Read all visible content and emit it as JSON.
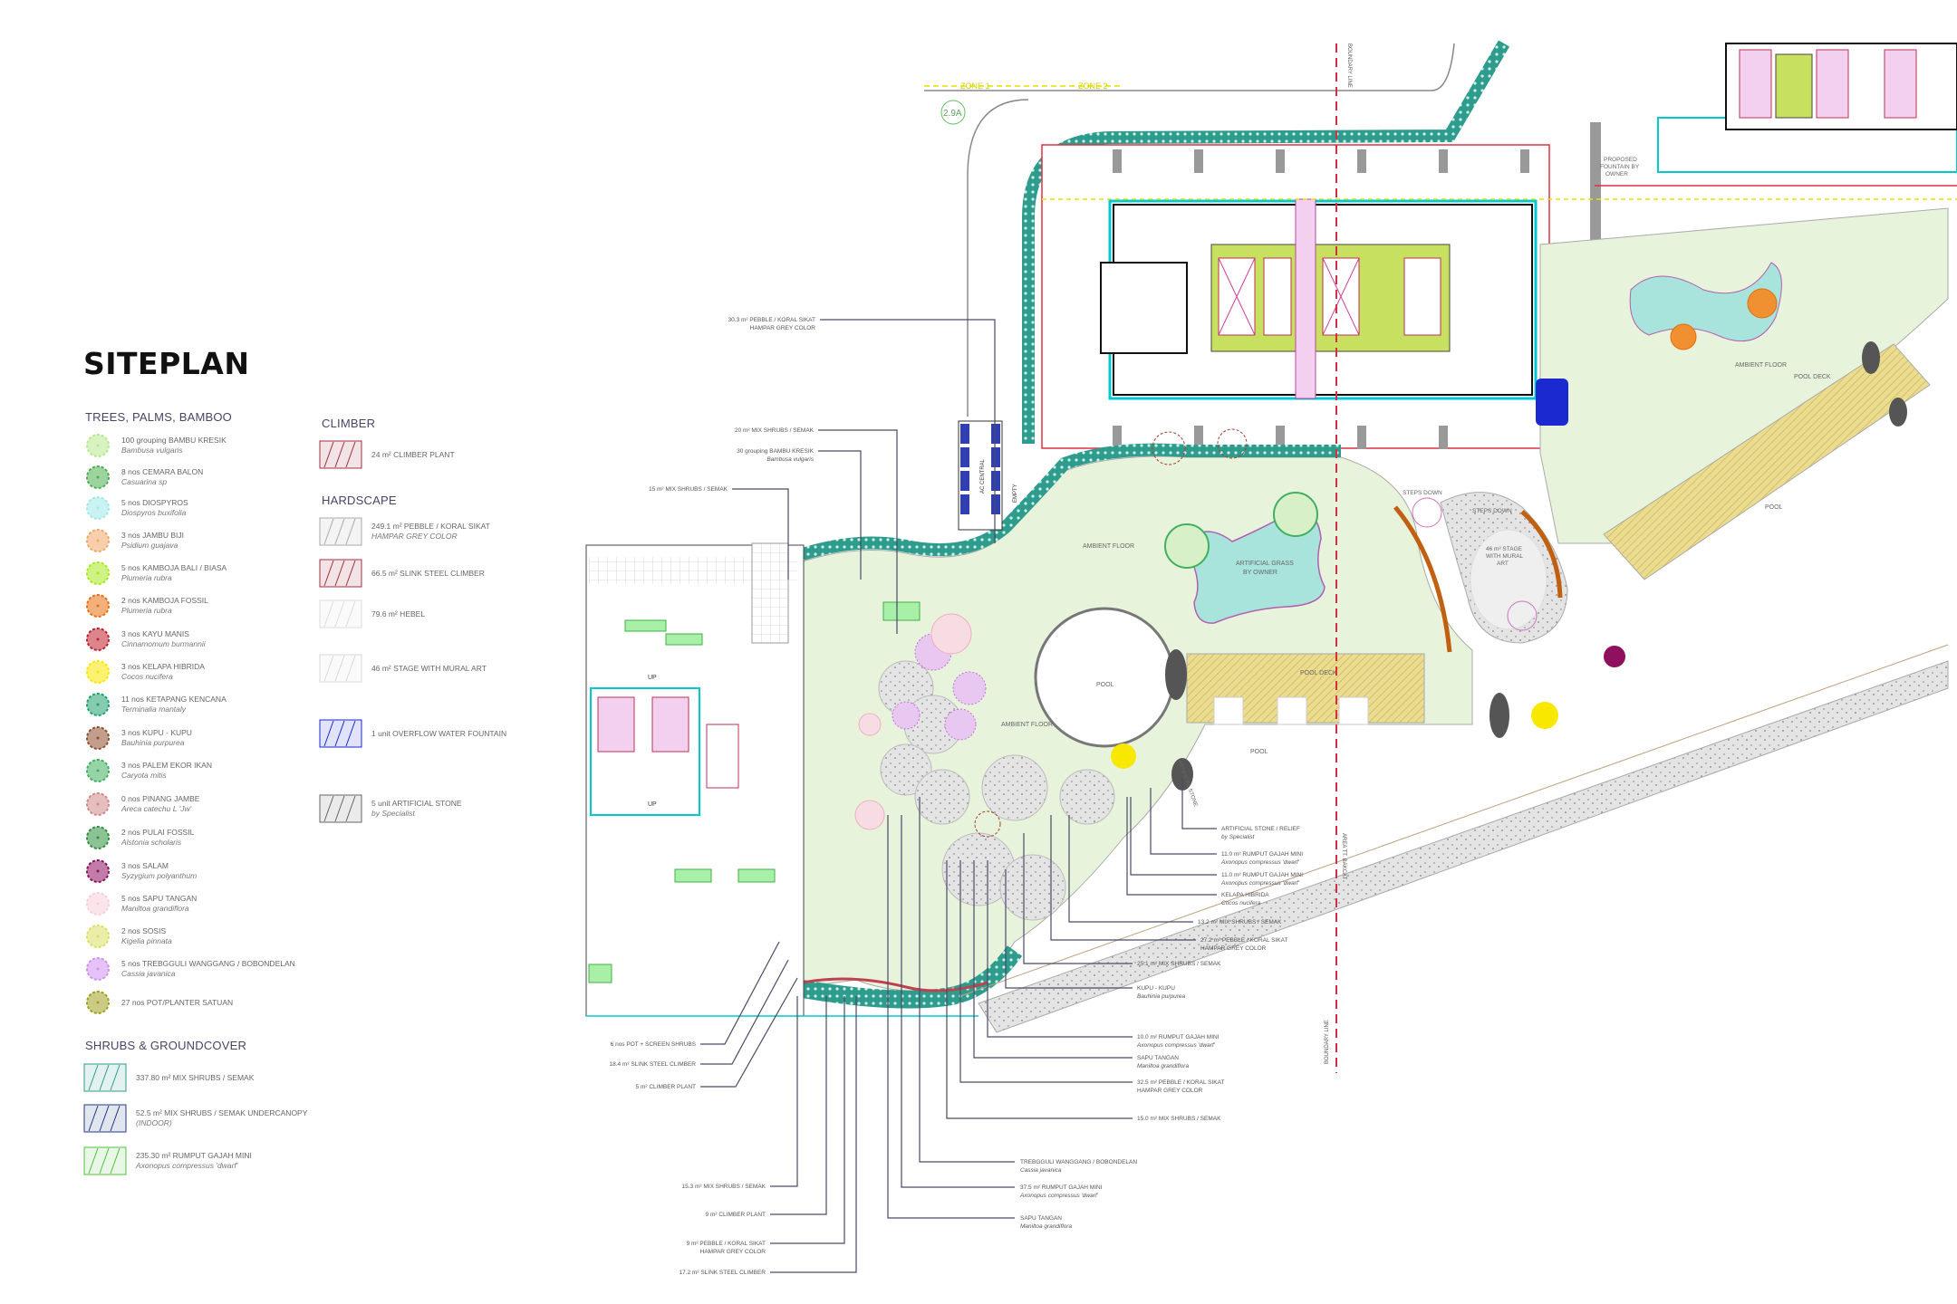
{
  "title": "SITEPLAN",
  "legend": {
    "trees_heading": "TREES, PALMS, BAMBOO",
    "trees": [
      {
        "label": "100 grouping BAMBU KRESIK",
        "latin": "Bambusa vulgaris",
        "icon": "bamboo-icon",
        "color": "#b8e890"
      },
      {
        "label": "8 nos CEMARA BALON",
        "latin": "Casuarina sp",
        "icon": "cemara-icon",
        "color": "#4caf50"
      },
      {
        "label": "5 nos DIOSPYROS",
        "latin": "Diospyros buxifolia",
        "icon": "diospyros-icon",
        "color": "#a0e8e8"
      },
      {
        "label": "3 nos JAMBU BIJI",
        "latin": "Psidium guajava",
        "icon": "jambu-icon",
        "color": "#f0a868"
      },
      {
        "label": "5 nos KAMBOJA BALI / BIASA",
        "latin": "Plumeria rubra",
        "icon": "kamboja-icon",
        "color": "#a8e820"
      },
      {
        "label": "2 nos KAMBOJA FOSSIL",
        "latin": "Plumeria rubra",
        "icon": "kamboja-fossil-icon",
        "color": "#e87010"
      },
      {
        "label": "3 nos KAYU MANIS",
        "latin": "Cinnamomum burmannii",
        "icon": "kayu-manis-icon",
        "color": "#c02030"
      },
      {
        "label": "3 nos KELAPA HIBRIDA",
        "latin": "Cocos nucifera",
        "icon": "kelapa-icon",
        "color": "#f8e800"
      },
      {
        "label": "11 nos KETAPANG KENCANA",
        "latin": "Terminalia mantaly",
        "icon": "ketapang-icon",
        "color": "#20a070"
      },
      {
        "label": "3 nos KUPU - KUPU",
        "latin": "Bauhinia purpurea",
        "icon": "kupu-icon",
        "color": "#905030"
      },
      {
        "label": "3 nos PALEM EKOR IKAN",
        "latin": "Caryota mitis",
        "icon": "palem-icon",
        "color": "#40b060"
      },
      {
        "label": "0 nos PINANG JAMBE",
        "latin": "Areca catechu L 'Jw'",
        "icon": "pinang-icon",
        "color": "#d08888"
      },
      {
        "label": "2 nos PULAI FOSSIL",
        "latin": "Alstonia scholaris",
        "icon": "pulai-icon",
        "color": "#309040"
      },
      {
        "label": "3  nos SALAM",
        "latin": "Syzygium polyanthum",
        "icon": "salam-icon",
        "color": "#901060"
      },
      {
        "label": "5 nos SAPU TANGAN",
        "latin": "Maniltoa grandiflora",
        "icon": "sapu-tangan-icon",
        "color": "#f8d0d8"
      },
      {
        "label": "2 nos SOSIS",
        "latin": "Kigelia pinnata",
        "icon": "sosis-icon",
        "color": "#d8e060"
      },
      {
        "label": "5 nos TREBGGULI WANGGANG / BOBONDELAN",
        "latin": "Cassia javanica",
        "icon": "trebgguli-icon",
        "color": "#d090f0"
      },
      {
        "label": "27 nos POT/PLANTER SATUAN",
        "latin": "",
        "icon": "pot-planter-icon",
        "color": "#a0a020"
      }
    ],
    "shrubs_heading": "SHRUBS & GROUNDCOVER",
    "shrubs": [
      {
        "label": "337.80 m² MIX SHRUBS / SEMAK",
        "latin": "",
        "icon": "mix-shrubs-swatch",
        "color": "#2e9c8c"
      },
      {
        "label": "52.5 m² MIX SHRUBS / SEMAK UNDERCANOPY",
        "latin": "(INDOOR)",
        "icon": "undercanopy-swatch",
        "color": "#203a80"
      },
      {
        "label": "235.30 m² RUMPUT GAJAH MINI",
        "latin": "Axonopus compressus 'dwarf'",
        "icon": "rumput-swatch",
        "color": "#50c040"
      }
    ],
    "climber_heading": "CLIMBER",
    "climber": [
      {
        "label": "24 m² CLIMBER PLANT",
        "latin": "",
        "icon": "climber-swatch",
        "color": "#a03040"
      }
    ],
    "hardscape_heading": "HARDSCAPE",
    "hardscape": [
      {
        "label": "249.1 m² PEBBLE / KORAL SIKAT",
        "latin": "HAMPAR GREY COLOR",
        "icon": "pebble-swatch",
        "color": "#aaaaaa"
      },
      {
        "label": "66.5 m² SLINK STEEL CLIMBER",
        "latin": "",
        "icon": "slink-steel-swatch",
        "color": "#a03040"
      },
      {
        "label": "79.6 m² HEBEL",
        "latin": "",
        "icon": "hebel-swatch",
        "color": "#dddddd"
      },
      {
        "label": "46 m² STAGE WITH MURAL ART",
        "latin": "",
        "icon": "stage-icon",
        "color": "#d8d8d8"
      },
      {
        "label": "1 unit OVERFLOW WATER FOUNTAIN",
        "latin": "",
        "icon": "fountain-icon",
        "color": "#1a2ad0"
      },
      {
        "label": "5 unit ARTIFICIAL STONE",
        "latin": "by Specialist",
        "icon": "artificial-stone-icon",
        "color": "#666666"
      }
    ]
  },
  "plan_labels": {
    "ambient_floor": "AMBIENT FLOOR",
    "artificial_grass": "ARTIFICIAL GRASS",
    "by_owner": "BY OWNER",
    "pool": "POOL",
    "pool_deck": "POOL DECK",
    "steps_down": "STEPS DOWN",
    "stage": "46 m² STAGE",
    "stage2": "WITH MURAL",
    "stage3": "ART",
    "fountain1": "PROPOSED",
    "fountain2": "FOUNTAIN BY",
    "fountain3": "OWNER",
    "ac_central": "AC CENTRAL",
    "empty": "EMPTY",
    "zone1": "ZONE 1",
    "zone2": "ZONE 2",
    "grid_ref": "2.9A",
    "boundary": "BOUNDARY LINE",
    "area": "AREA TT. BAKCAT",
    "artificial_stone": "ARTIFICIAL STONE",
    "up": "UP"
  },
  "callouts": [
    {
      "l1": "30.3 m² PEBBLE / KORAL SIKAT",
      "l2": "HAMPAR GREY COLOR"
    },
    {
      "l1": "20 m² MIX SHRUBS / SEMAK",
      "l2": ""
    },
    {
      "l1": "30 grouping BAMBU KRESIK",
      "l2": "Bambusa vulgaris"
    },
    {
      "l1": "15 m² MIX SHRUBS / SEMAK",
      "l2": ""
    },
    {
      "l1": "6 nos POT + SCREEN SHRUBS",
      "l2": ""
    },
    {
      "l1": "18.4 m² SLINK STEEL CLIMBER",
      "l2": ""
    },
    {
      "l1": "5 m² CLIMBER PLANT",
      "l2": ""
    },
    {
      "l1": "15.3 m² MIX SHRUBS / SEMAK",
      "l2": ""
    },
    {
      "l1": "9 m² CLIMBER PLANT",
      "l2": ""
    },
    {
      "l1": "9 m² PEBBLE / KORAL SIKAT",
      "l2": "HAMPAR GREY COLOR"
    },
    {
      "l1": "17.2 m² SLINK STEEL CLIMBER",
      "l2": ""
    },
    {
      "l1": "TREBGGULI WANGGANG / BOBONDELAN",
      "l2": "Cassia javanica"
    },
    {
      "l1": "37.5 m² RUMPUT GAJAH MINI",
      "l2": "Axonopus compressus 'dwarf'"
    },
    {
      "l1": "SAPU TANGAN",
      "l2": "Maniltoa grandiflora"
    },
    {
      "l1": "ARTIFICIAL STONE / RELIEF",
      "l2": "by Specialist"
    },
    {
      "l1": "11.0 m² RUMPUT GAJAH MINI",
      "l2": "Axonopus compressus 'dwarf'"
    },
    {
      "l1": "11.0 m² RUMPUT GAJAH MINI",
      "l2": "Axonopus compressus 'dwarf'"
    },
    {
      "l1": "KELAPA HIBRIDA",
      "l2": "Cocos nucifera"
    },
    {
      "l1": "13.2 m² MIX SHRUBS / SEMAK",
      "l2": ""
    },
    {
      "l1": "27.2 m² PEBBLE / KORAL SIKAT",
      "l2": "HAMPAR GREY COLOR"
    },
    {
      "l1": "25.1 m² MIX SHRUBS / SEMAK",
      "l2": ""
    },
    {
      "l1": "KUPU - KUPU",
      "l2": "Bauhinia purpurea"
    },
    {
      "l1": "10.0 m² RUMPUT GAJAH MINI",
      "l2": "Axonopus compressus 'dwarf'"
    },
    {
      "l1": "SAPU TANGAN",
      "l2": "Maniltoa grandiflora"
    },
    {
      "l1": "32.5 m² PEBBLE / KORAL SIKAT",
      "l2": "HAMPAR GREY COLOR"
    },
    {
      "l1": "15.0 m² MIX SHRUBS / SEMAK",
      "l2": ""
    }
  ],
  "colors": {
    "ambient": "#e8f3dc",
    "hedge": "#2e9c8c",
    "pond": "#a8e4dc",
    "deck": "#ecdc90",
    "boundary": "#d03040",
    "leader": "#4a4a68"
  }
}
